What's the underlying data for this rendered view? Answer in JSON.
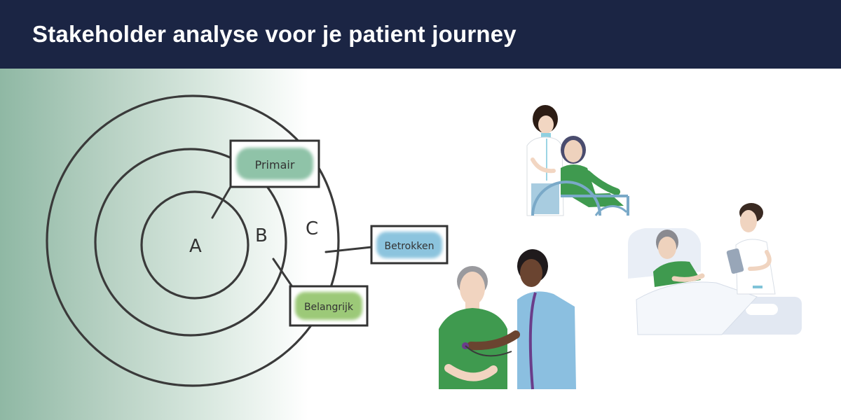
{
  "header": {
    "title": "Stakeholder analyse voor je patient journey"
  },
  "diagram": {
    "rings": [
      {
        "label": "A"
      },
      {
        "label": "B"
      },
      {
        "label": "C"
      }
    ],
    "tags": {
      "primair": "Primair",
      "belangrijk": "Belangrijk",
      "betrokken": "Betrokken"
    },
    "colors": {
      "primair": "#8fc3a8",
      "belangrijk": "#9cc978",
      "betrokken": "#8cc4de"
    }
  },
  "illustrations": [
    {
      "name": "nurse-with-wheelchair-patient"
    },
    {
      "name": "doctor-with-stethoscope-patient"
    },
    {
      "name": "nurse-with-bed-patient"
    }
  ]
}
